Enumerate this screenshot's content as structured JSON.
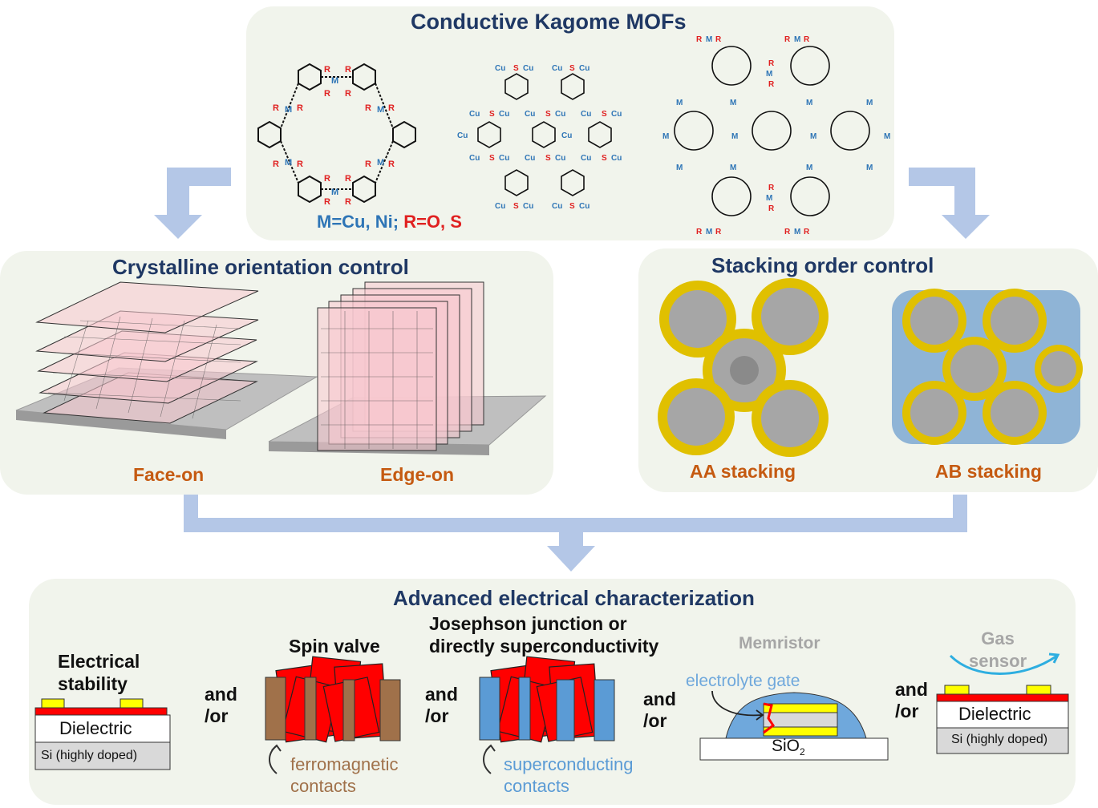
{
  "top": {
    "title": "Conductive Kagome MOFs",
    "legend_m": "M=Cu, Ni;",
    "legend_r": "R=O, S",
    "structures": [
      {
        "atoms": [
          "M",
          "R"
        ]
      },
      {
        "atoms": [
          "Cu",
          "S"
        ]
      },
      {
        "atoms": [
          "M",
          "R"
        ]
      }
    ]
  },
  "left": {
    "title": "Crystalline orientation control",
    "face_on": "Face-on",
    "edge_on": "Edge-on"
  },
  "right": {
    "title": "Stacking order control",
    "aa": "AA stacking",
    "ab": "AB stacking"
  },
  "bottom": {
    "title": "Advanced electrical characterization",
    "stability_line1": "Electrical",
    "stability_line2": "stability",
    "dielectric": "Dielectric",
    "si": "Si (highly doped)",
    "and": "and",
    "or": "/or",
    "spin_valve": "Spin valve",
    "ferro_line1": "ferromagnetic",
    "ferro_line2": "contacts",
    "jj_line1": "Josephson junction or",
    "jj_line2": "directly superconductivity",
    "super_line1": "superconducting",
    "super_line2": "contacts",
    "memristor": "Memristor",
    "electrolyte": "electrolyte gate",
    "sio2_base": "SiO",
    "sio2_sub": "2",
    "gas_line1": "Gas",
    "gas_line2": "sensor"
  },
  "colors": {
    "panel": "#f1f4ec",
    "arrow": "#b4c7e7",
    "title": "#1f3864",
    "label": "#c55a11",
    "metal": "#2e75b6",
    "ligand": "#e02020",
    "ferro": "#a0714a",
    "super": "#5b9bd5",
    "gate": "#6fa8dc",
    "electrode": "#ffff00",
    "film": "#ff0000"
  }
}
